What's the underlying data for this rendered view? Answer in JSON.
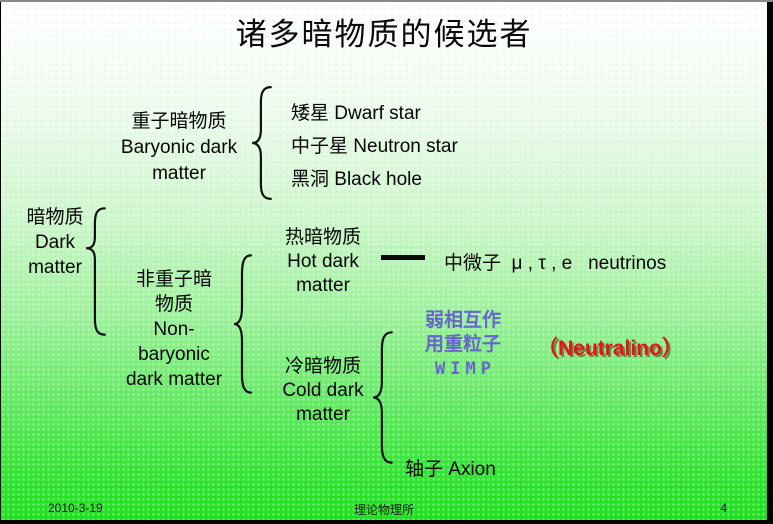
{
  "title": "诸多暗物质的候选者",
  "tree": {
    "root": {
      "lines": [
        "暗物质",
        "Dark",
        "matter"
      ]
    },
    "baryonic": {
      "lines": [
        "重子暗物质",
        "Baryonic dark",
        "matter"
      ]
    },
    "stars": [
      "矮星 Dwarf star",
      "中子星 Neutron star",
      "黑洞 Black hole"
    ],
    "nonbaryonic": {
      "lines": [
        "非重子暗",
        "物质",
        "Non-",
        "baryonic",
        "dark matter"
      ]
    },
    "hot": {
      "lines": [
        "热暗物质",
        "Hot dark",
        "matter"
      ]
    },
    "neutrino": "中微子  μ , τ , e   neutrinos",
    "cold": {
      "lines": [
        "冷暗物质",
        "Cold dark",
        "matter"
      ]
    },
    "wimp": {
      "lines": [
        "弱相互作",
        "用重粒子",
        "WIMP"
      ]
    },
    "neutralino": "（Neutralino）",
    "axion": "轴子 Axion"
  },
  "footer": {
    "date": "2010-3-19",
    "org": "理论物理所",
    "page": "4"
  },
  "colors": {
    "wimp_blue": "#6666cc",
    "neutralino_red": "#e81414",
    "bg_top": "#ffffff",
    "bg_bottom": "#1ddf1d",
    "frame": "#000000"
  }
}
